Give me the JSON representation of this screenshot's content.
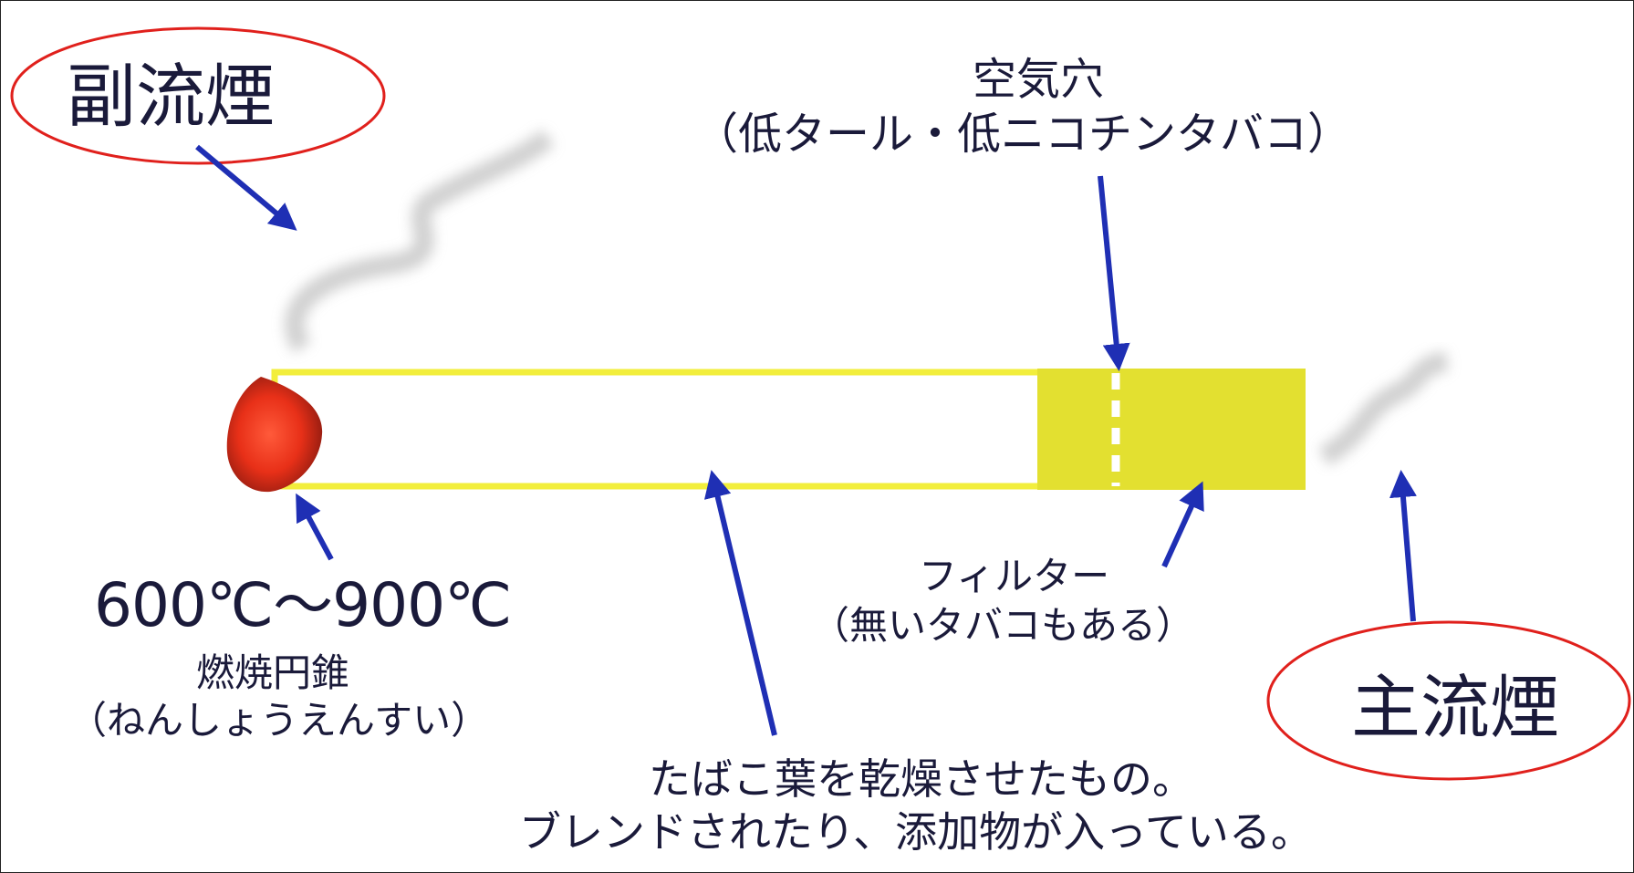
{
  "labels": {
    "sidestream_smoke": "副流煙",
    "mainstream_smoke": "主流煙",
    "air_hole": "空気穴",
    "air_hole_note": "（低タール・低ニコチンタバコ）",
    "temperature": "600℃～900℃",
    "burning_cone": "燃焼円錐",
    "burning_cone_reading": "（ねんしょうえんすい）",
    "filter": "フィルター",
    "filter_note": "（無いタバコもある）",
    "tobacco_leaf_line1": "たばこ葉を乾燥させたもの。",
    "tobacco_leaf_line2": "ブレンドされたり、添加物が入っている。"
  },
  "colors": {
    "highlight_ellipse": "#e0201c",
    "arrow": "#1f2fb4",
    "cigarette_outline": "#f2ee3c",
    "filter_fill": "#e3e030",
    "ember": "#e83018",
    "smoke": "#c8c8c8",
    "text": "#1a1a3a"
  }
}
